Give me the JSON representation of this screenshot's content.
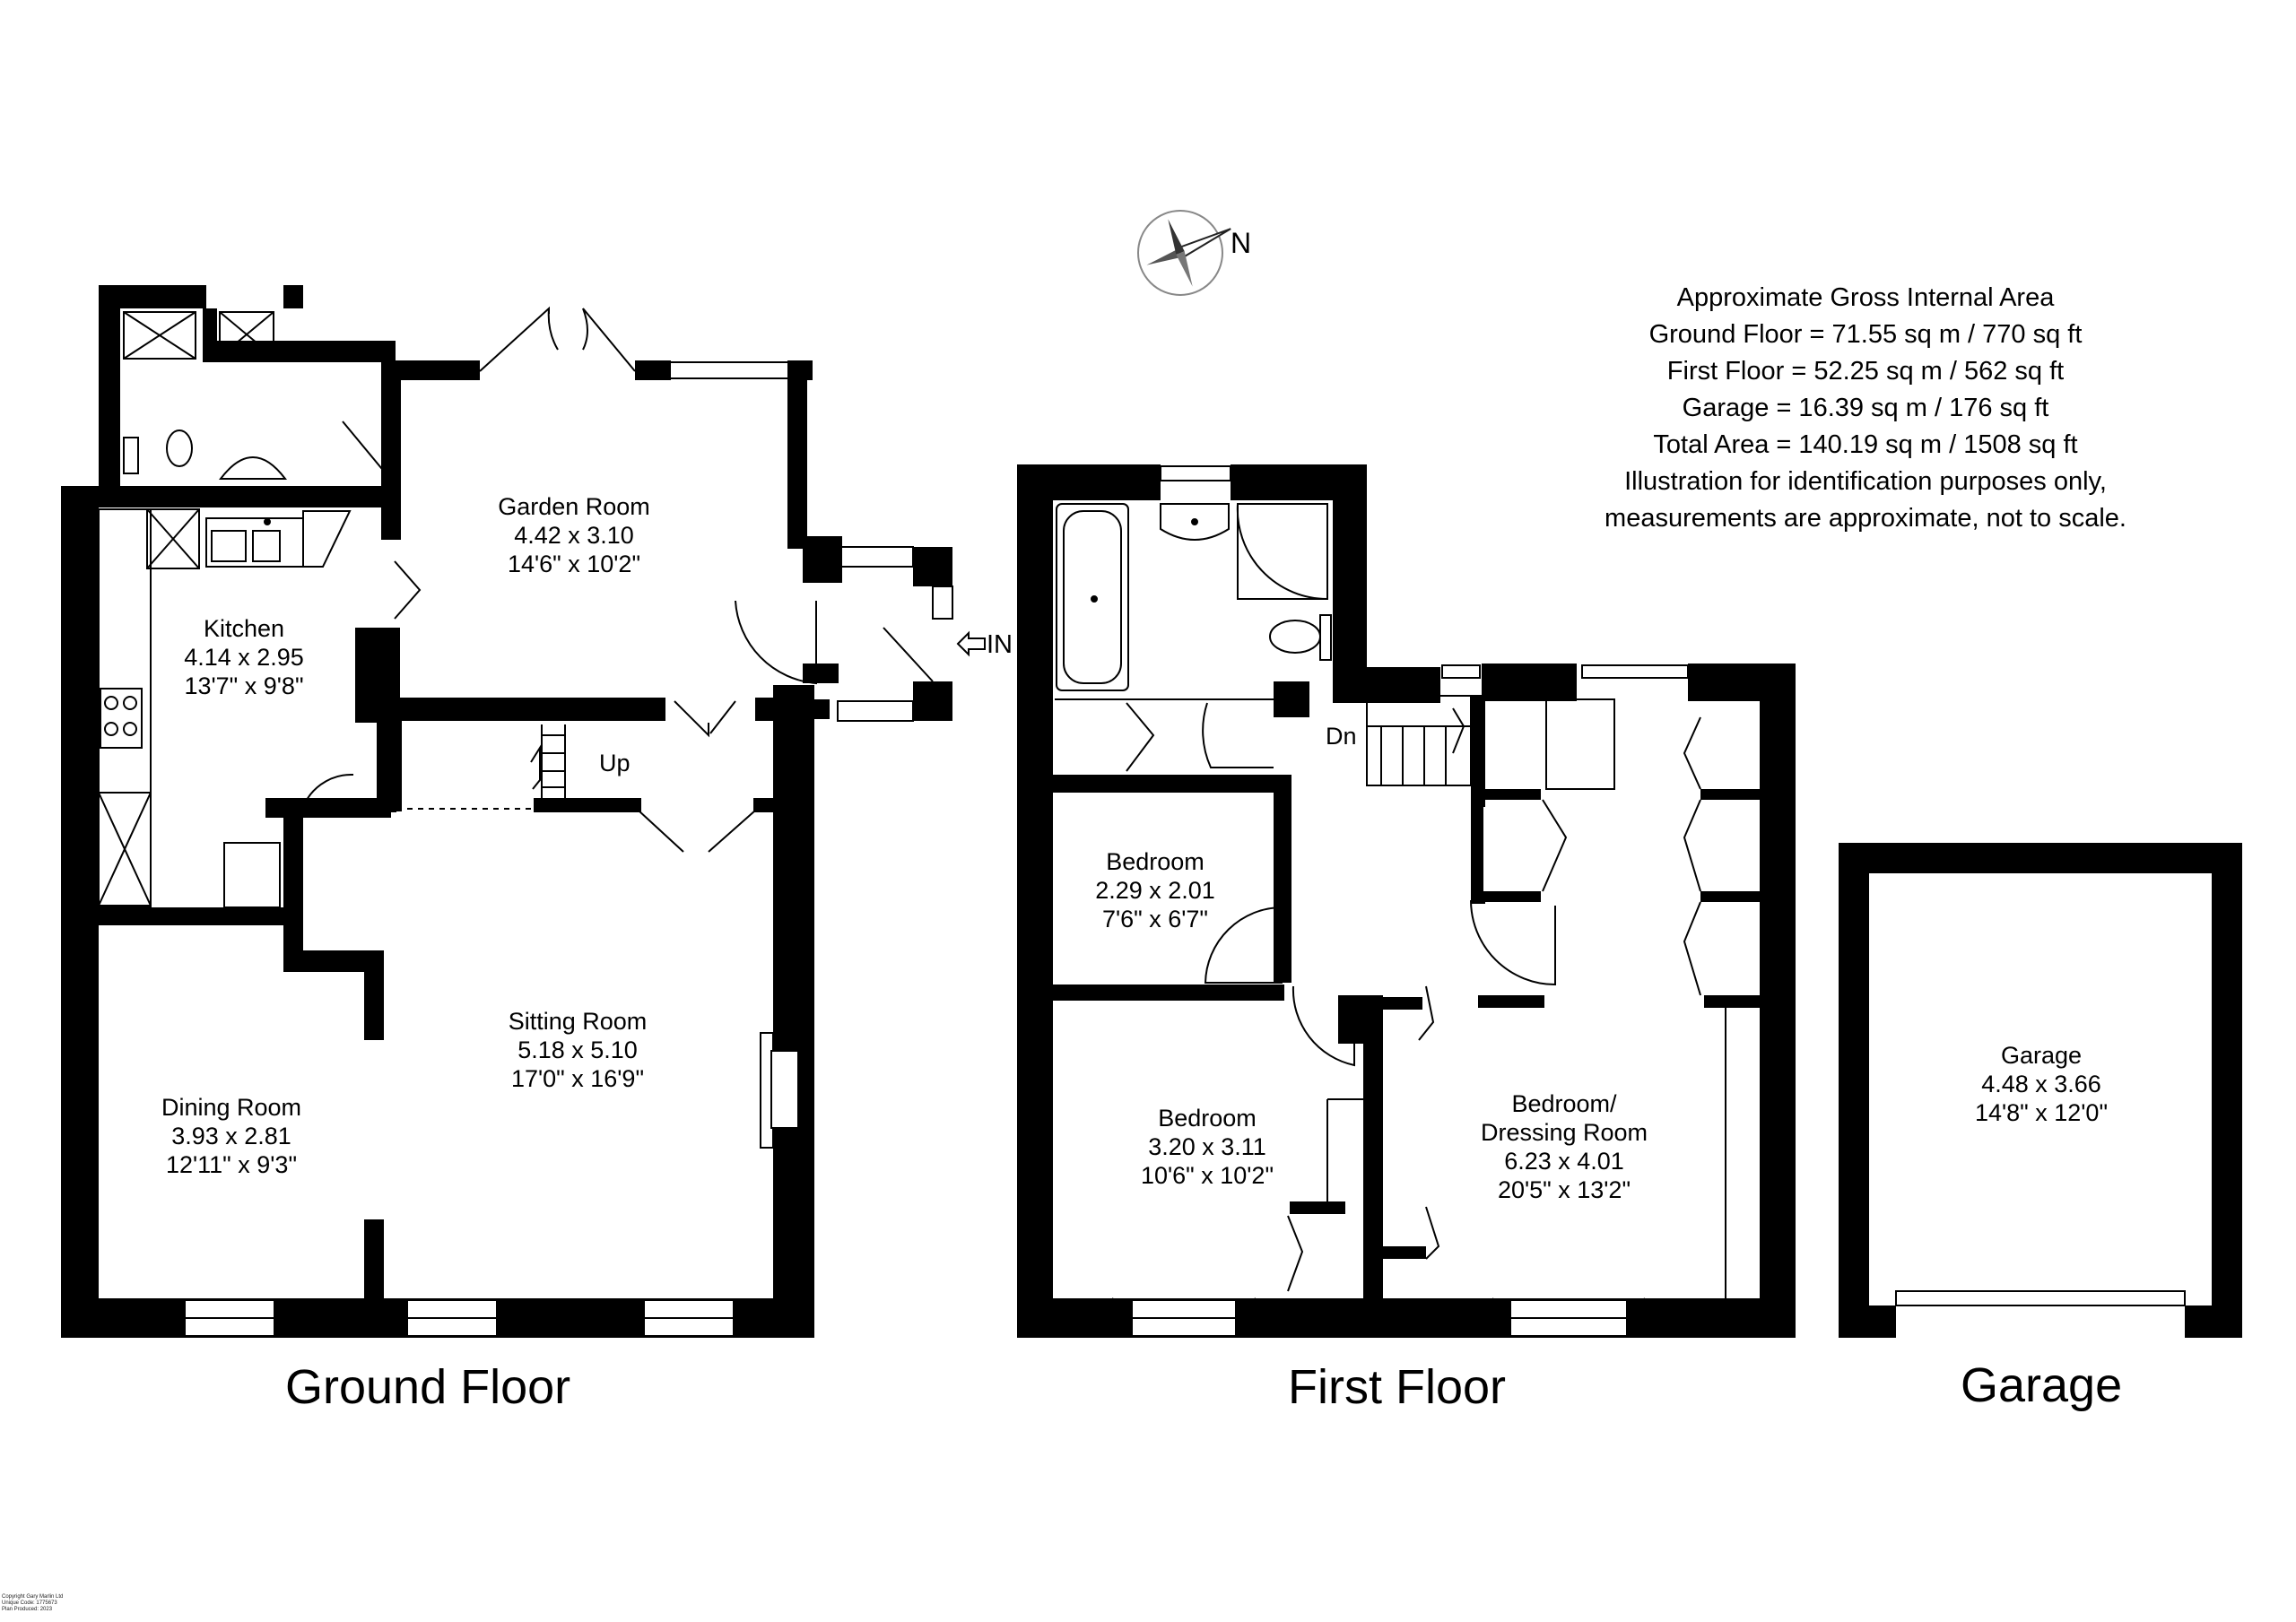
{
  "compass": {
    "label": "N",
    "icon": "compass-rose-icon"
  },
  "area_info": {
    "heading": "Approximate Gross Internal Area",
    "ground_floor": "Ground Floor = 71.55 sq m / 770 sq ft",
    "first_floor": "First Floor = 52.25 sq m / 562 sq ft",
    "garage": "Garage = 16.39 sq m / 176 sq ft",
    "total": "Total Area = 140.19 sq m / 1508 sq ft",
    "disclaimer_1": "Illustration for identification purposes only,",
    "disclaimer_2": "measurements are approximate, not to scale."
  },
  "floors": {
    "ground": "Ground Floor",
    "first": "First Floor",
    "garage": "Garage"
  },
  "entrance": {
    "label": "IN"
  },
  "stairs": {
    "up": "Up",
    "down": "Dn"
  },
  "rooms": {
    "garden_room": {
      "name": "Garden Room",
      "metric": "4.42 x 3.10",
      "imperial": "14'6\" x 10'2\""
    },
    "kitchen": {
      "name": "Kitchen",
      "metric": "4.14 x 2.95",
      "imperial": "13'7\" x 9'8\""
    },
    "sitting_room": {
      "name": "Sitting Room",
      "metric": "5.18 x 5.10",
      "imperial": "17'0\" x 16'9\""
    },
    "dining_room": {
      "name": "Dining Room",
      "metric": "3.93 x 2.81",
      "imperial": "12'11\" x 9'3\""
    },
    "bedroom_small": {
      "name": "Bedroom",
      "metric": "2.29 x 2.01",
      "imperial": "7'6\" x 6'7\""
    },
    "bedroom_mid": {
      "name": "Bedroom",
      "metric": "3.20 x 3.11",
      "imperial": "10'6\" x 10'2\""
    },
    "bedroom_dressing": {
      "name_1": "Bedroom/",
      "name_2": "Dressing Room",
      "metric": "6.23 x 4.01",
      "imperial": "20'5\" x 13'2\""
    },
    "garage": {
      "name": "Garage",
      "metric": "4.48 x 3.66",
      "imperial": "14'8\" x 12'0\""
    }
  },
  "footnote": {
    "line1": "Copyright Gary Marlin Ltd",
    "line2": "Unique Code: 1775673",
    "line3": "Plan Produced: 2023"
  }
}
